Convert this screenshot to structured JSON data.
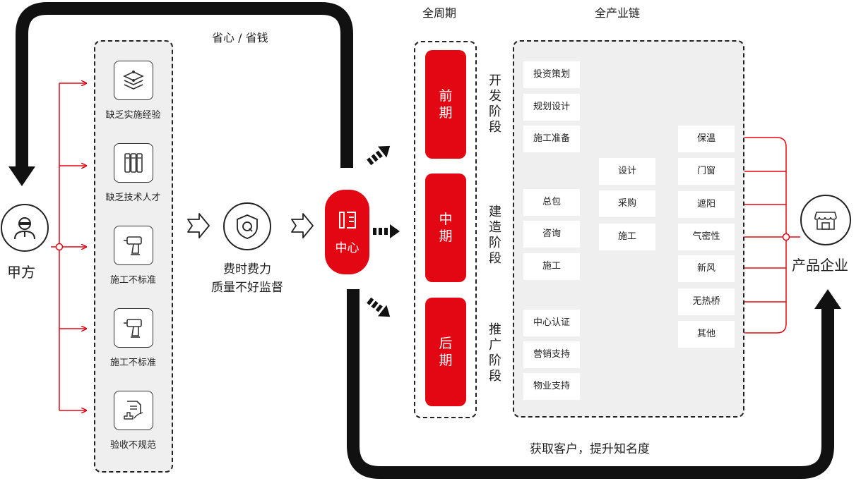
{
  "headings": {
    "save": "省心 / 省钱",
    "full_cycle": "全周期",
    "full_chain": "全产业链",
    "gain": "获取客户，提升知名度"
  },
  "party_a": {
    "label": "甲方",
    "icon": "person-icon"
  },
  "problems": [
    {
      "label": "缺乏实施经验",
      "icon": "layers-icon"
    },
    {
      "label": "缺乏技术人才",
      "icon": "books-icon"
    },
    {
      "label": "施工不标准",
      "icon": "drill-icon"
    },
    {
      "label": "施工不标准",
      "icon": "drill-icon"
    },
    {
      "label": "验收不规范",
      "icon": "document-stamp-icon"
    }
  ],
  "consequence": {
    "line1": "费时费力",
    "line2": "质量不好监督",
    "icon": "shield-q-icon"
  },
  "center": {
    "label": "中心",
    "icon": "building-icon"
  },
  "phases": [
    "前期",
    "中期",
    "后期"
  ],
  "stages": [
    "开发阶段",
    "建造阶段",
    "推广阶段"
  ],
  "chain": {
    "development": [
      "投资策划",
      "规划设计",
      "施工准备"
    ],
    "construction": [
      "总包",
      "咨询",
      "施工"
    ],
    "sub_items": [
      "设计",
      "采购",
      "施工"
    ],
    "promotion": [
      "中心认证",
      "营销支持",
      "物业支持"
    ],
    "products": [
      "保温",
      "门窗",
      "遮阳",
      "气密性",
      "新风",
      "无热桥",
      "其他"
    ]
  },
  "product_company": {
    "label": "产品企业",
    "icon": "store-icon"
  },
  "colors": {
    "accent": "#e30613",
    "dark": "#111111",
    "grey": "#efefef"
  }
}
